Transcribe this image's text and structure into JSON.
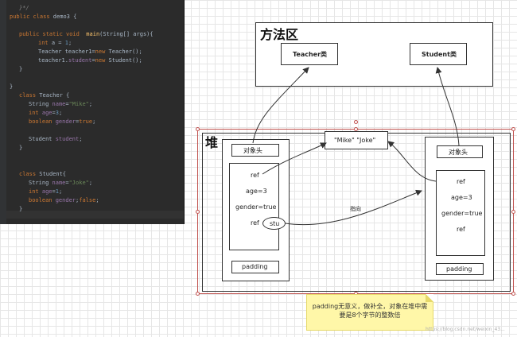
{
  "code_panel": {
    "lines": [
      {
        "indent": 1,
        "html_class": "cm",
        "text": "}*/"
      },
      {
        "indent": 0,
        "segments": [
          [
            "kw",
            "public class "
          ],
          [
            "",
            "demo3 {"
          ]
        ]
      },
      {
        "indent": 0,
        "segments": [
          [
            "",
            ""
          ]
        ]
      },
      {
        "indent": 1,
        "segments": [
          [
            "kw",
            "public static void  "
          ],
          [
            "fn",
            "main"
          ],
          [
            "",
            "(String[] args){"
          ]
        ]
      },
      {
        "indent": 3,
        "segments": [
          [
            "kw",
            "int "
          ],
          [
            "",
            "a = "
          ],
          [
            "num",
            "1"
          ],
          [
            "",
            ";"
          ]
        ]
      },
      {
        "indent": 3,
        "segments": [
          [
            "",
            "Teacher teacher1="
          ],
          [
            "kw",
            "new "
          ],
          [
            "",
            "Teacher();"
          ]
        ]
      },
      {
        "indent": 3,
        "segments": [
          [
            "",
            "teacher1."
          ],
          [
            "fld",
            "student"
          ],
          [
            "",
            "="
          ],
          [
            "kw",
            "new "
          ],
          [
            "",
            "Student();"
          ]
        ]
      },
      {
        "indent": 1,
        "segments": [
          [
            "",
            "}"
          ]
        ]
      },
      {
        "indent": 0,
        "segments": [
          [
            "",
            ""
          ]
        ]
      },
      {
        "indent": 0,
        "segments": [
          [
            "",
            "}"
          ]
        ]
      },
      {
        "indent": 1,
        "segments": [
          [
            "kw",
            "class "
          ],
          [
            "",
            "Teacher {"
          ]
        ]
      },
      {
        "indent": 2,
        "segments": [
          [
            "",
            "String "
          ],
          [
            "fld",
            "name"
          ],
          [
            "",
            "="
          ],
          [
            "str",
            "\"Mike\""
          ],
          [
            "",
            ";"
          ]
        ]
      },
      {
        "indent": 2,
        "segments": [
          [
            "kw",
            "int "
          ],
          [
            "fld",
            "age"
          ],
          [
            "",
            "="
          ],
          [
            "num",
            "3"
          ],
          [
            "",
            ";"
          ]
        ]
      },
      {
        "indent": 2,
        "segments": [
          [
            "kw",
            "boolean "
          ],
          [
            "fld",
            "gender"
          ],
          [
            "",
            "="
          ],
          [
            "kw",
            "true"
          ],
          [
            "",
            ";"
          ]
        ]
      },
      {
        "indent": 0,
        "segments": [
          [
            "",
            ""
          ]
        ]
      },
      {
        "indent": 2,
        "segments": [
          [
            "",
            "Student "
          ],
          [
            "fld",
            "student"
          ],
          [
            "",
            ";"
          ]
        ]
      },
      {
        "indent": 1,
        "segments": [
          [
            "",
            "}"
          ]
        ]
      },
      {
        "indent": 0,
        "segments": [
          [
            "",
            ""
          ]
        ]
      },
      {
        "indent": 0,
        "segments": [
          [
            "",
            ""
          ]
        ]
      },
      {
        "indent": 1,
        "segments": [
          [
            "kw",
            "class "
          ],
          [
            "",
            "Student{"
          ]
        ]
      },
      {
        "indent": 2,
        "segments": [
          [
            "",
            "String "
          ],
          [
            "fld",
            "name"
          ],
          [
            "",
            "="
          ],
          [
            "str",
            "\"Joke\""
          ],
          [
            "",
            ";"
          ]
        ]
      },
      {
        "indent": 2,
        "segments": [
          [
            "kw",
            "int "
          ],
          [
            "fld",
            "age"
          ],
          [
            "",
            "="
          ],
          [
            "num",
            "1"
          ],
          [
            "",
            ";"
          ]
        ]
      },
      {
        "indent": 2,
        "segments": [
          [
            "kw",
            "boolean "
          ],
          [
            "fld",
            "gender"
          ],
          [
            "",
            ";"
          ],
          [
            "kw",
            "false"
          ],
          [
            "",
            ";"
          ]
        ]
      },
      {
        "indent": 1,
        "segments": [
          [
            "",
            "}"
          ]
        ]
      }
    ]
  },
  "method_area": {
    "title": "方法区",
    "teacher_class": "Teacher类",
    "student_class": "Student类"
  },
  "heap": {
    "title": "堆",
    "string_pool": "\"Mike\"  \"Joke\"",
    "teacher_obj": {
      "header": "对象头",
      "fields": [
        "ref",
        "age=3",
        "gender=true",
        "ref"
      ],
      "stu_label": "stu",
      "padding": "padding"
    },
    "student_obj": {
      "header": "对象头",
      "fields": [
        "ref",
        "age=3",
        "gender=true",
        "ref"
      ],
      "padding": "padding"
    },
    "arrow_label": "指向"
  },
  "note": {
    "line1": "padding无意义，做补全，对象在堆中需",
    "line2": "要是8个字节的整数倍"
  },
  "watermark": "https://blog.csdn.net/weixin_43..."
}
